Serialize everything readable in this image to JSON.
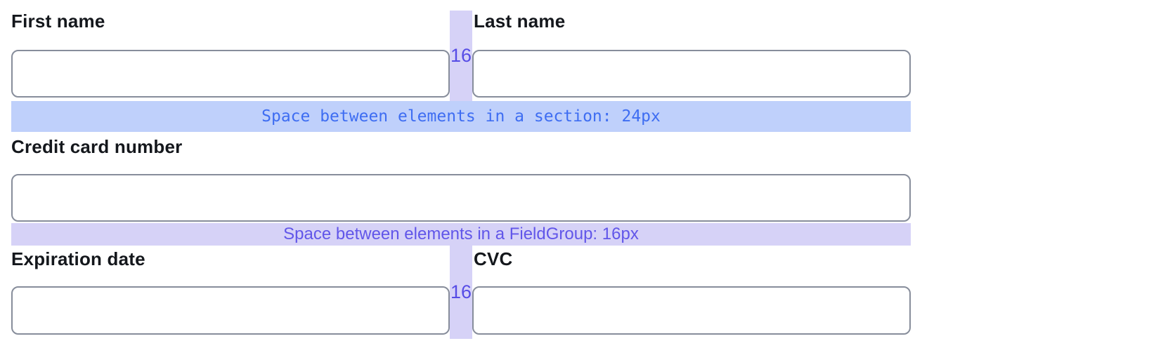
{
  "fields": {
    "first_name": {
      "label": "First name",
      "value": "",
      "placeholder": ""
    },
    "last_name": {
      "label": "Last name",
      "value": "",
      "placeholder": ""
    },
    "credit_card": {
      "label": "Credit card number",
      "value": "",
      "placeholder": ""
    },
    "expiration": {
      "label": "Expiration date",
      "value": "",
      "placeholder": ""
    },
    "cvc": {
      "label": "CVC",
      "value": "",
      "placeholder": ""
    }
  },
  "annotations": {
    "section_spacing": {
      "label": "Space between elements in a section: 24px"
    },
    "fieldgroup_spacing": {
      "label": "Space between elements in a FieldGroup: 16px"
    },
    "column_gap_top": {
      "label": "16"
    },
    "column_gap_bottom": {
      "label": "16"
    }
  },
  "colors": {
    "label_text": "#14171c",
    "input_border": "#878d9b",
    "input_background": "#ffffff",
    "section_band_background": "#bfd0fb",
    "section_band_text": "#3e6df2",
    "fieldgroup_band_background": "#d6d2f7",
    "fieldgroup_band_text": "#6156e9",
    "gap_bar_background": "#d6d2f7",
    "gap_label_text": "#564ce6",
    "page_background": "#ffffff"
  }
}
